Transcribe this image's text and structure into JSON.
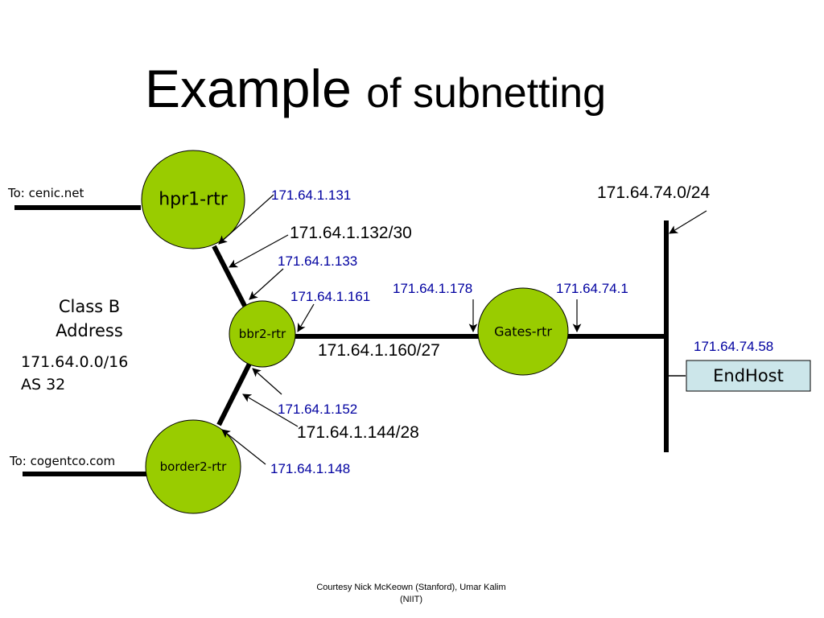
{
  "title": {
    "main": "Example",
    "rest": "of subnetting"
  },
  "nodes": {
    "hpr1": "hpr1-rtr",
    "bbr2": "bbr2-rtr",
    "gates": "Gates-rtr",
    "border2": "border2-rtr",
    "endhost": "EndHost"
  },
  "external": {
    "cenic": "To: cenic.net",
    "cogentco": "To: cogentco.com"
  },
  "addresses": {
    "a131": "171.64.1.131",
    "a133": "171.64.1.133",
    "a161": "171.64.1.161",
    "a178": "171.64.1.178",
    "a74_1": "171.64.74.1",
    "a74_58": "171.64.74.58",
    "a152": "171.64.1.152",
    "a148": "171.64.1.148"
  },
  "subnets": {
    "s132": "171.64.1.132/30",
    "s160": "171.64.1.160/27",
    "s144": "171.64.1.144/28",
    "s74": "171.64.74.0/24"
  },
  "class_b": {
    "line1": "Class B",
    "line2": "Address",
    "network": "171.64.0.0/16",
    "as": "AS 32"
  },
  "footer": {
    "line1": "Courtesy Nick McKeown (Stanford), Umar Kalim",
    "line2": "(NIIT)"
  },
  "colors": {
    "router_fill": "#99cc00",
    "endhost_fill": "#cce6ea",
    "address_text": "#0000a0"
  }
}
